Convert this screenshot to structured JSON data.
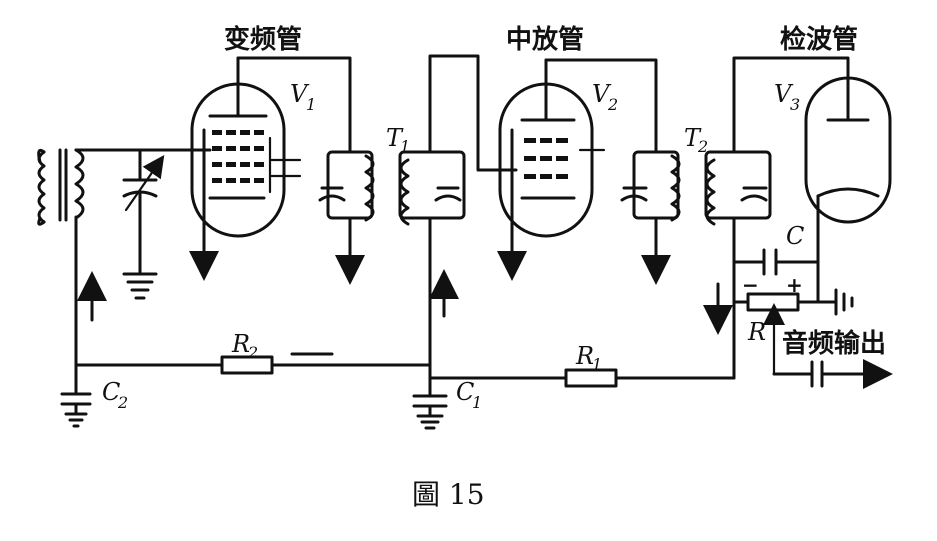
{
  "tubes": {
    "converter": {
      "title": "变频管",
      "label": "V",
      "sub": "1"
    },
    "if_amp": {
      "title": "中放管",
      "label": "V",
      "sub": "2"
    },
    "detector": {
      "title": "检波管",
      "label": "V",
      "sub": "3"
    }
  },
  "transformers": {
    "t1": {
      "label": "T",
      "sub": "1"
    },
    "t2": {
      "label": "T",
      "sub": "2"
    }
  },
  "components": {
    "c": {
      "label": "C"
    },
    "r": {
      "label": "R"
    },
    "r1": {
      "label": "R",
      "sub": "1"
    },
    "r2": {
      "label": "R",
      "sub": "2"
    },
    "c1": {
      "label": "C",
      "sub": "1"
    },
    "c2": {
      "label": "C",
      "sub": "2"
    }
  },
  "audio_output": "音频输出",
  "polarity": {
    "minus": "−",
    "plus": "+"
  },
  "figure_caption": "圖 15"
}
